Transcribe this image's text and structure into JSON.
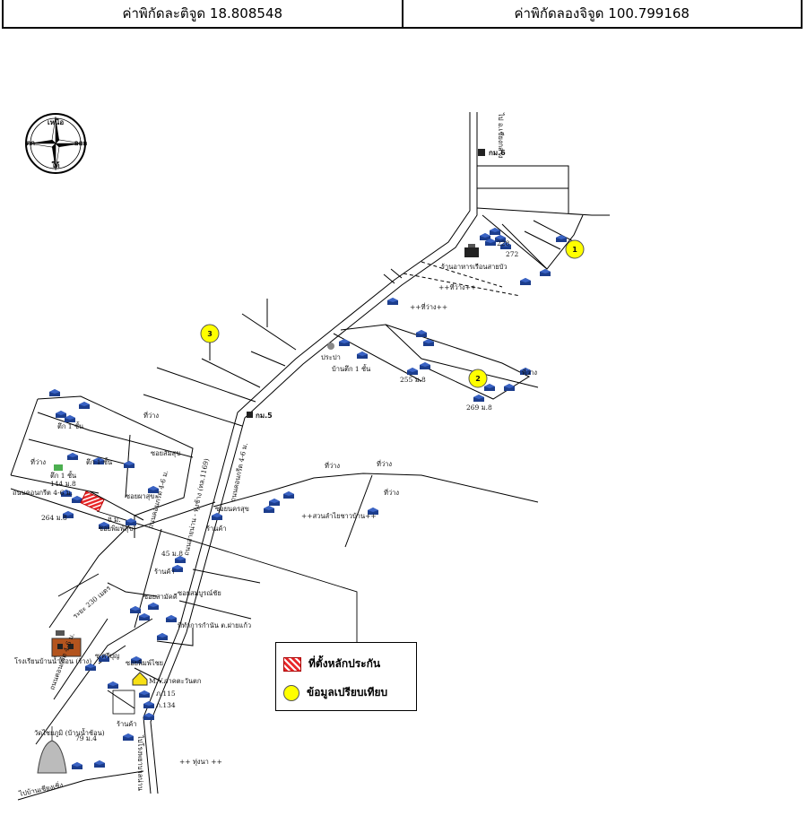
{
  "coordinates": {
    "latitude_label": "ค่าพิกัดละติจูด 18.808548",
    "longitude_label": "ค่าพิกัดลองจิจูด 100.799168"
  },
  "compass": {
    "north": "เหนือ",
    "south": "ใต้",
    "east": "ออก",
    "west": "ตก"
  },
  "legend": {
    "subject": "ที่ตั้งหลักประกัน",
    "comparable": "ข้อมูลเปรียบเทียบ"
  },
  "comparables": [
    {
      "label": "1"
    },
    {
      "label": "2"
    },
    {
      "label": "3"
    }
  ],
  "map_labels": {
    "km6": "กม.6",
    "km5": "กม.5",
    "road_to_north": "ไป อ.เชียงกลาง",
    "restaurant": "ร้านอาหารเรือนสายบัว",
    "no_228": "228",
    "no_272": "272",
    "field_top": "++ที่ว่าง++",
    "field_mid": "++ที่ว่าง++",
    "prapa": "ประปา",
    "house_1_floor": "บ้านตึก 1 ชั้น",
    "no_255": "255 ม.8",
    "no_269": "269 ม.8",
    "empty_right": "ที่ว่าง",
    "empty_left_a": "ที่ว่าง",
    "empty_left_b": "ที่ว่าง",
    "building_1_a": "ตึก 1 ชั้น",
    "building_1_b": "ตึก 1 ชั้น",
    "building_1_c": "ตึก 1 ชั้น",
    "no_144": "144 ม.8",
    "soi_sumsuk": "ซอยสัมสุข",
    "soi_pasuk": "ซอยผาสุข",
    "soi_nakornsuk": "ซอยนครสุข",
    "soi_pimsuk": "ซอยพิมพ์สุข",
    "road_km46_a": "ถนนคอนกรีต 4-6 ม.",
    "road_km46_b": "ถนนคอนกรีต 4-6 ม.",
    "main_road": "ถนนสายน่าน - ทุ่งช้าง (ทล.1169)",
    "concrete_road": "ถนนคอนกรีต 4-6 ม.",
    "no_264": "264 ม.8",
    "m_road": "8 ม.",
    "shop_a": "ร้านค้า",
    "shop_b": "ร้านค้า",
    "shop_c": "ร้านค้า",
    "no_45": "45 ม.8",
    "empty_e1": "ที่ว่าง",
    "empty_e2": "ที่ว่าง",
    "empty_e3": "ที่ว่าง",
    "orchard": "++สวนลำไยชาวบ้าน++",
    "distance": "ระยะ 230 เมตร",
    "soi_samakkee": "ซอยสามัคคี",
    "soi_sumboonchai": "ซอยสมบูรณ์ชัย",
    "office": "ที่ทำการกำนัน ต.ฝายแก้ว",
    "school": "โรงเรียนบ้านน้ำช้อน (ร้าง)",
    "soi_sriboon": "ซ.ศรีบุญ",
    "soi_chai": "ซอยพิมพ์ไชย",
    "mv_shop": "M.V.ภาคตะวันตก",
    "no_115": "ภ.115",
    "no_134": "ภ.134",
    "temple": "วัดไชยภูมิ (บ้านน้ำช้อน)",
    "no_79": "79 ม.4",
    "to_chiang": "ไปบ้านเชียงเซิ่ง",
    "field_bottom": "++ ทุ่งนา ++",
    "to_bottom": "ไปโรงพยาบาลน่าน"
  },
  "colors": {
    "house_blue": "#1c3d8c",
    "house_roof": "#3a63c4",
    "marker_yellow": "#ffff00",
    "subject_red": "#e8282a"
  }
}
